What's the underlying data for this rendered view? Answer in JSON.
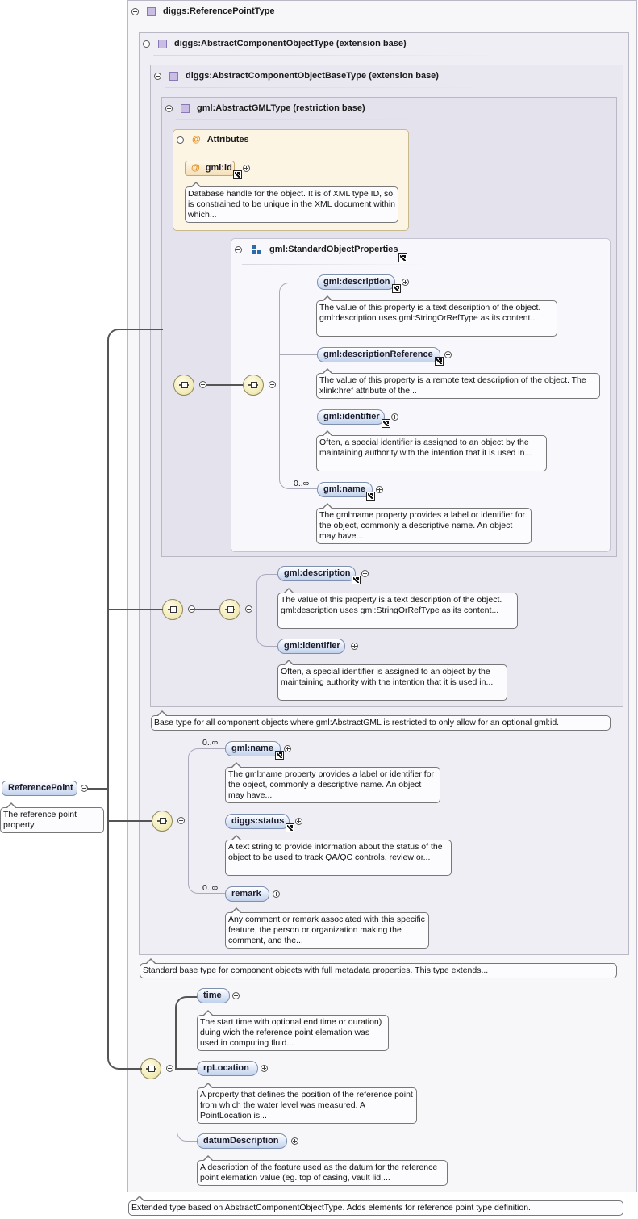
{
  "root": {
    "label": "ReferencePoint",
    "doc": "The reference point property."
  },
  "type": {
    "title": "diggs:ReferencePointType",
    "doc": "Extended type based on AbstractComponentObjectType. Adds elements for reference point type definition."
  },
  "component": {
    "title": "diggs:AbstractComponentObjectType (extension base)",
    "doc": "Standard base type for component objects with full metadata properties. This type extends..."
  },
  "componentBase": {
    "title": "diggs:AbstractComponentObjectBaseType (extension base)",
    "doc": "Base type for all component objects where gml:AbstractGML is restricted to only allow for an optional gml:id."
  },
  "gmlType": {
    "title": "gml:AbstractGMLType (restriction base)"
  },
  "attributes": {
    "title": "Attributes",
    "at_symbol": "@",
    "id_label": "gml:id",
    "id_doc": "Database handle for the object. It is of XML type ID, so is constrained to be unique in the XML document within which..."
  },
  "standardProps": {
    "title": "gml:StandardObjectProperties",
    "items": [
      {
        "label": "gml:description",
        "doc": "The value of this property is a text description of the object. gml:description uses gml:StringOrRefType as its content...",
        "card": ""
      },
      {
        "label": "gml:descriptionReference",
        "doc": "The value of this property is a remote text description of the object. The xlink:href attribute of the...",
        "card": ""
      },
      {
        "label": "gml:identifier",
        "doc": "Often, a special identifier is assigned to an object by the maintaining authority with the intention that it is used in...",
        "card": ""
      },
      {
        "label": "gml:name",
        "doc": "The gml:name property provides a label or identifier for the object, commonly a descriptive name. An object may have...",
        "card": "0..∞"
      }
    ]
  },
  "baseSeq": {
    "items": [
      {
        "label": "gml:description",
        "doc": "The value of this property is a text description of the object. gml:description uses gml:StringOrRefType as its content..."
      },
      {
        "label": "gml:identifier",
        "doc": "Often, a special identifier is assigned to an object by the maintaining authority with the intention that it is used in..."
      }
    ]
  },
  "componentSeq": {
    "items": [
      {
        "label": "gml:name",
        "doc": "The gml:name property provides a label or identifier for the object, commonly a descriptive name. An object may have...",
        "card": "0..∞"
      },
      {
        "label": "diggs:status",
        "doc": "A text string to provide information about the status of the object to be used to track QA/QC controls, review or...",
        "card": ""
      },
      {
        "label": "remark",
        "doc": "Any comment or remark associated with this specific feature, the person or organization making the comment, and the...",
        "card": "0..∞"
      }
    ]
  },
  "refSeq": {
    "items": [
      {
        "label": "time",
        "doc": "The start time with optional end time or duration) duing wich the reference point elemation was used in computing fluid..."
      },
      {
        "label": "rpLocation",
        "doc": "A property that defines the position of the reference point from which the water level was measured. A PointLocation is..."
      },
      {
        "label": "datumDescription",
        "doc": "A description of the feature used as the datum for the reference point elemation value (eg. top of casing, vault lid,..."
      }
    ]
  },
  "icons": {
    "type": "complex-type-icon",
    "group": "model-group-icon",
    "sequence": "sequence-compositor-icon",
    "reference": "reference-arrow-icon",
    "expand": "expand-plus-icon",
    "collapse": "collapse-minus-icon"
  },
  "colors": {
    "element_fill": "#c2d2ec",
    "attribute_fill": "#fdf5e3",
    "type_icon": "#c9bde4",
    "connector": "#555555"
  }
}
